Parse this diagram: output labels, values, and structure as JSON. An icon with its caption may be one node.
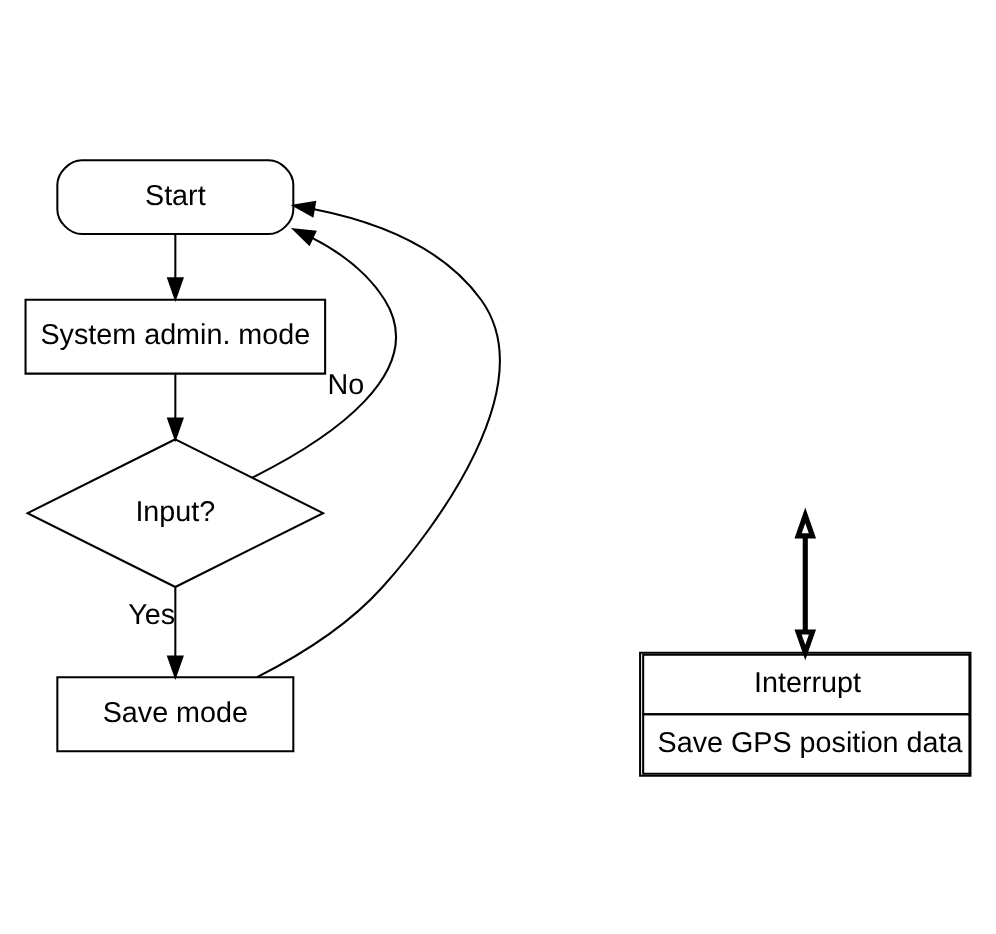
{
  "diagram": {
    "nodes": [
      {
        "text": [
          "Start"
        ]
      },
      {
        "text": [
          "System admin. mode"
        ]
      },
      {
        "text": [
          "Input?"
        ]
      },
      {
        "text": [
          "Save mode"
        ]
      },
      {
        "text": [
          "Interrupt",
          "Save GPS position data"
        ]
      }
    ],
    "edges": [
      {
        "from": 0,
        "to": 1,
        "arrow": "to"
      },
      {
        "from": 1,
        "to": 2,
        "arrow": "to"
      },
      {
        "from": 2,
        "to": 3,
        "arrow": "to",
        "label": "Yes"
      },
      {
        "from": 2,
        "to": 0,
        "arrow": "to",
        "label": "No"
      },
      {
        "from": 3,
        "to": 0,
        "arrow": "to"
      },
      {
        "from": null,
        "to": 4,
        "arrow": "both",
        "style": "thick"
      }
    ]
  }
}
